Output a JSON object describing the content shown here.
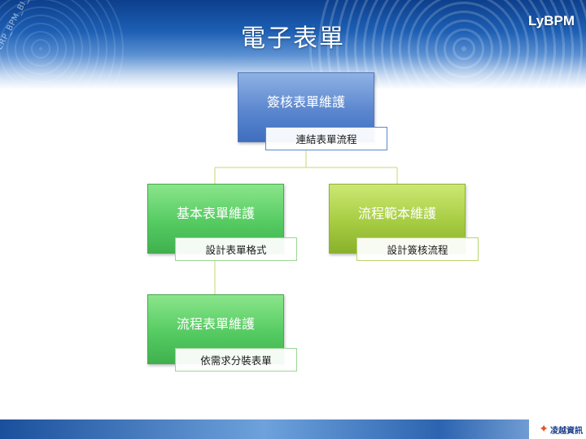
{
  "header": {
    "title": "電子表單",
    "brand": "LyBPM",
    "watermark": "ERP_BPM_BI_Flow"
  },
  "footer": {
    "logo_text": "凌越資訊"
  },
  "diagram": {
    "root": {
      "label": "簽核表單維護",
      "sub": "連結表單流程"
    },
    "left": {
      "label": "基本表單維護",
      "sub": "設計表單格式"
    },
    "right": {
      "label": "流程範本維護",
      "sub": "設計簽核流程"
    },
    "bottom": {
      "label": "流程表單維護",
      "sub": "依需求分裝表單"
    }
  },
  "colors": {
    "blue": "#5b87cf",
    "green": "#55cb62",
    "olive": "#a6cc42",
    "connector": "#c4d96a"
  }
}
